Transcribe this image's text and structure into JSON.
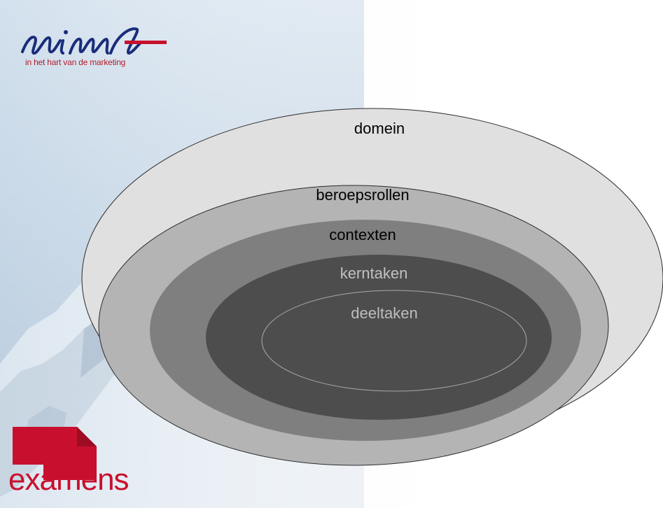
{
  "brand": {
    "nima_wordmark": "nima",
    "tagline": "in het hart van de marketing",
    "examens_wordmark": "examens",
    "brand_red": "#c8102e"
  },
  "diagram": {
    "rings": [
      {
        "label": "domein",
        "fill": "#e0e0e0",
        "text_color": "#000000"
      },
      {
        "label": "beroepsrollen",
        "fill": "#b4b4b4",
        "text_color": "#000000"
      },
      {
        "label": "contexten",
        "fill": "#7f7f7f",
        "text_color": "#000000"
      },
      {
        "label": "kerntaken",
        "fill": "#4d4d4d",
        "text_color": "#c0c0c0"
      },
      {
        "label": "deeltaken",
        "fill": "#4d4d4d",
        "text_color": "#bdbdbd"
      }
    ]
  }
}
